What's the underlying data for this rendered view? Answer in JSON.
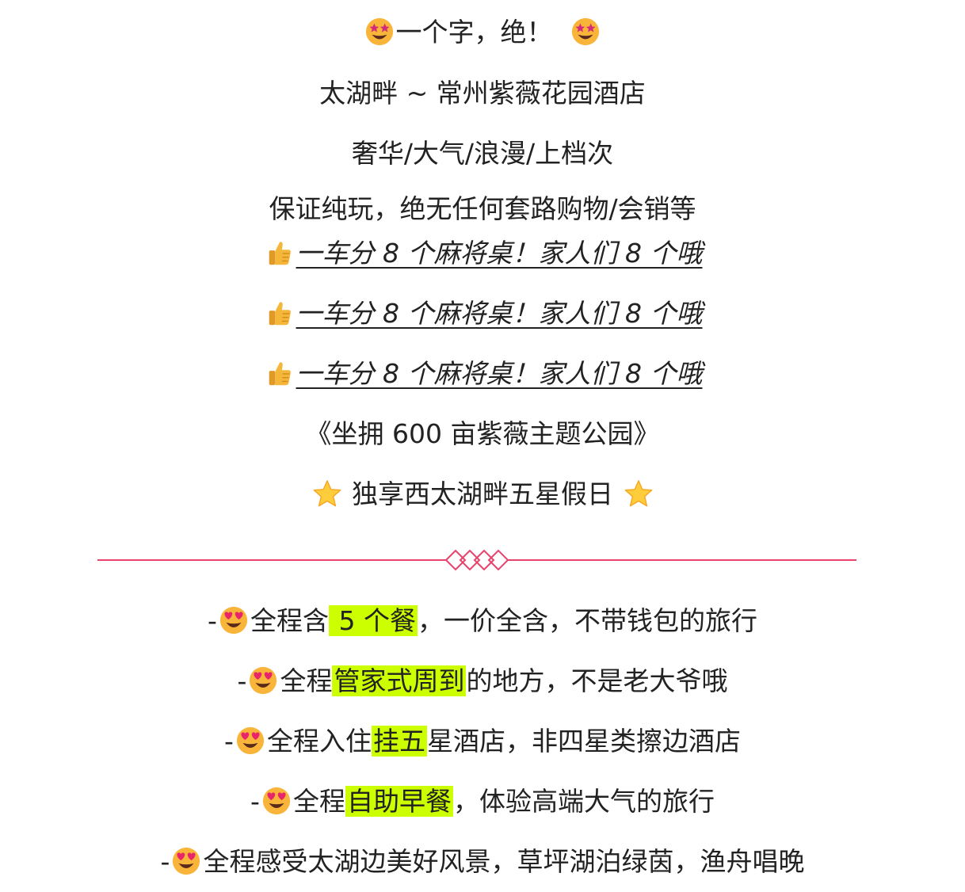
{
  "lines": {
    "l1": "一个字，绝！",
    "l2": "太湖畔 ~ 常州紫薇花园酒店",
    "l3": "奢华/大气/浪漫/上档次",
    "l4": "保证纯玩，绝无任何套路购物/会销等",
    "l5": "一车分 8 个麻将桌！家人们 8 个哦",
    "l6": "一车分 8 个麻将桌！家人们 8 个哦",
    "l7": "一车分 8 个麻将桌！家人们 8 个哦",
    "l8": "《坐拥 600 亩紫薇主题公园》",
    "l9": "独享西太湖畔五星假日"
  },
  "list": {
    "i1": {
      "pre": "-",
      "a": "全程含",
      "hl": " 5 个餐",
      "b": "，一价全含，不带钱包的旅行"
    },
    "i2": {
      "pre": "-",
      "a": "全程",
      "hl": "管家式周到",
      "b": "的地方，不是老大爷哦"
    },
    "i3": {
      "pre": "-",
      "a": "全程入住",
      "hl": "挂五",
      "b": "星酒店，非四星类擦边酒店"
    },
    "i4": {
      "pre": "-",
      "a": "全程",
      "hl": "自助早餐",
      "b": "，体验高端大气的旅行"
    },
    "i5": {
      "pre": "-",
      "a": "全程感受太湖边美好风景，草坪湖泊绿茵，渔舟唱晚"
    }
  },
  "icons": {
    "star_struck": "star-struck-icon",
    "thumbs_up": "thumbs-up-icon",
    "star": "star-icon",
    "heart_eyes": "heart-eyes-icon"
  },
  "colors": {
    "highlight": "#ccff00",
    "divider": "#e8436c",
    "text": "#222222"
  }
}
